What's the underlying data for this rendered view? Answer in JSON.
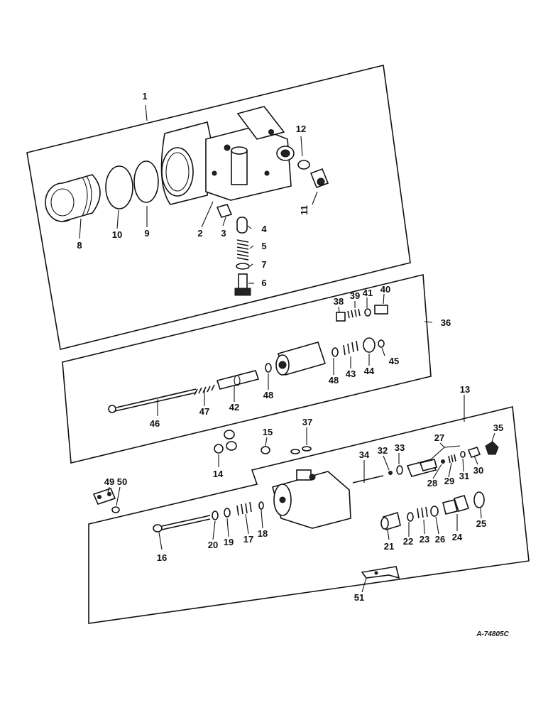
{
  "drawing_ref": "A-74805C",
  "labels": {
    "n1": "1",
    "n2": "2",
    "n3": "3",
    "n4": "4",
    "n5": "5",
    "n6": "6",
    "n7": "7",
    "n8": "8",
    "n9": "9",
    "n10": "10",
    "n11": "11",
    "n12": "12",
    "n13": "13",
    "n14": "14",
    "n15": "15",
    "n16": "16",
    "n17": "17",
    "n18": "18",
    "n19": "19",
    "n20": "20",
    "n21": "21",
    "n22": "22",
    "n23": "23",
    "n24": "24",
    "n25": "25",
    "n26": "26",
    "n27": "27",
    "n28": "28",
    "n29": "29",
    "n30": "30",
    "n31": "31",
    "n32": "32",
    "n33": "33",
    "n34": "34",
    "n35": "35",
    "n36": "36",
    "n37": "37",
    "n38": "38",
    "n39": "39",
    "n40": "40",
    "n41": "41",
    "n42": "42",
    "n43": "43",
    "n44": "44",
    "n45": "45",
    "n46": "46",
    "n47": "47",
    "n48": "48",
    "n49": "49",
    "n50": "50",
    "n51": "51"
  }
}
